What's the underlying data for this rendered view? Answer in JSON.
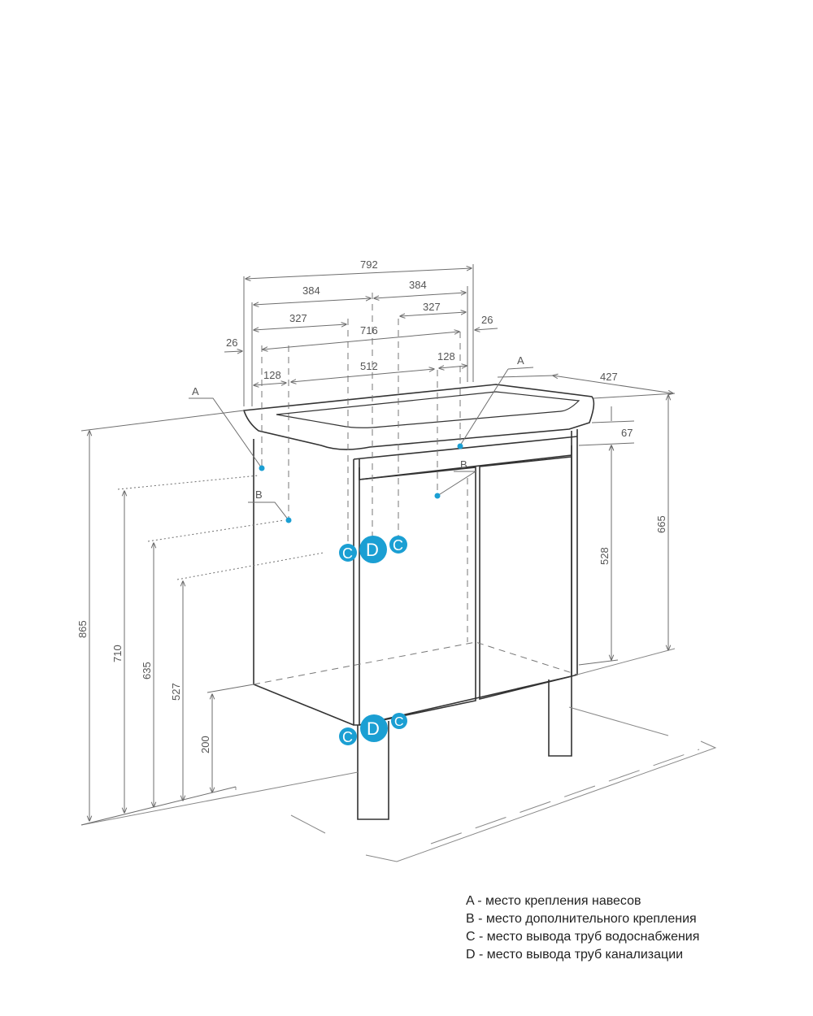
{
  "dimensions": {
    "total_width": "792",
    "half_width_left": "384",
    "half_width_right": "384",
    "inner_left": "327",
    "inner_right": "327",
    "basin_width": "716",
    "side_left": "26",
    "side_right": "26",
    "hole_left": "128",
    "hole_span": "512",
    "hole_right": "128",
    "depth": "427",
    "basin_thickness": "67",
    "cabinet_height": "528",
    "top_height": "665",
    "total_height": "865",
    "height_710": "710",
    "height_635": "635",
    "height_527": "527",
    "leg_height": "200"
  },
  "point_labels": {
    "a_left": "A",
    "a_right": "A",
    "b_left": "B",
    "b_right": "B",
    "c": "C",
    "d": "D"
  },
  "colors": {
    "marker": "#1b9fd3",
    "line": "#333333",
    "dimension": "#6e6e6e"
  },
  "legend": [
    "A - место крепления навесов",
    "B - место дополнительного крепления",
    "C - место вывода труб водоснабжения",
    "D - место вывода труб канализации"
  ]
}
